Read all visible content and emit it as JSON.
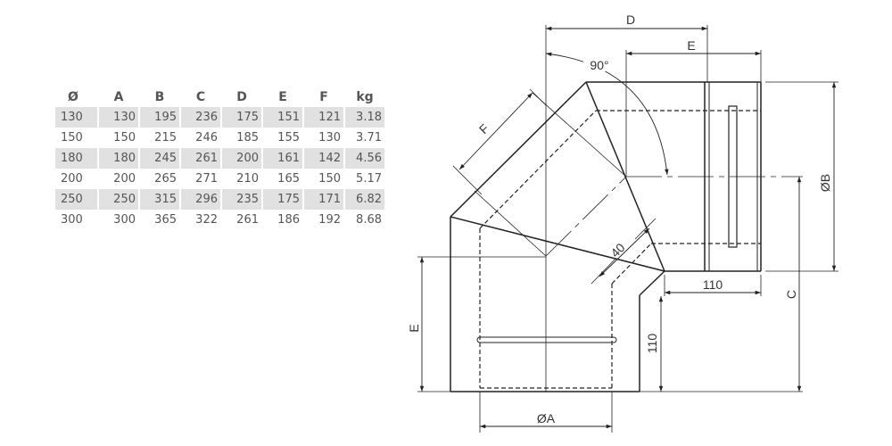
{
  "table": {
    "headers": [
      "Ø",
      "A",
      "B",
      "C",
      "D",
      "E",
      "F",
      "kg"
    ],
    "rows": [
      [
        "130",
        "130",
        "195",
        "236",
        "175",
        "151",
        "121",
        "3.18"
      ],
      [
        "150",
        "150",
        "215",
        "246",
        "185",
        "155",
        "130",
        "3.71"
      ],
      [
        "180",
        "180",
        "245",
        "261",
        "200",
        "161",
        "142",
        "4.56"
      ],
      [
        "200",
        "200",
        "265",
        "271",
        "210",
        "165",
        "150",
        "5.17"
      ],
      [
        "250",
        "250",
        "315",
        "296",
        "235",
        "175",
        "171",
        "6.82"
      ],
      [
        "300",
        "300",
        "365",
        "322",
        "261",
        "186",
        "192",
        "8.68"
      ]
    ]
  },
  "drawing": {
    "label_d": "D",
    "label_e_top": "E",
    "label_angle": "90°",
    "label_f": "F",
    "label_b": "ØB",
    "label_c": "C",
    "label_40": "40",
    "label_110_h": "110",
    "label_110_v": "110",
    "label_e_left": "E",
    "label_a": "ØA"
  }
}
